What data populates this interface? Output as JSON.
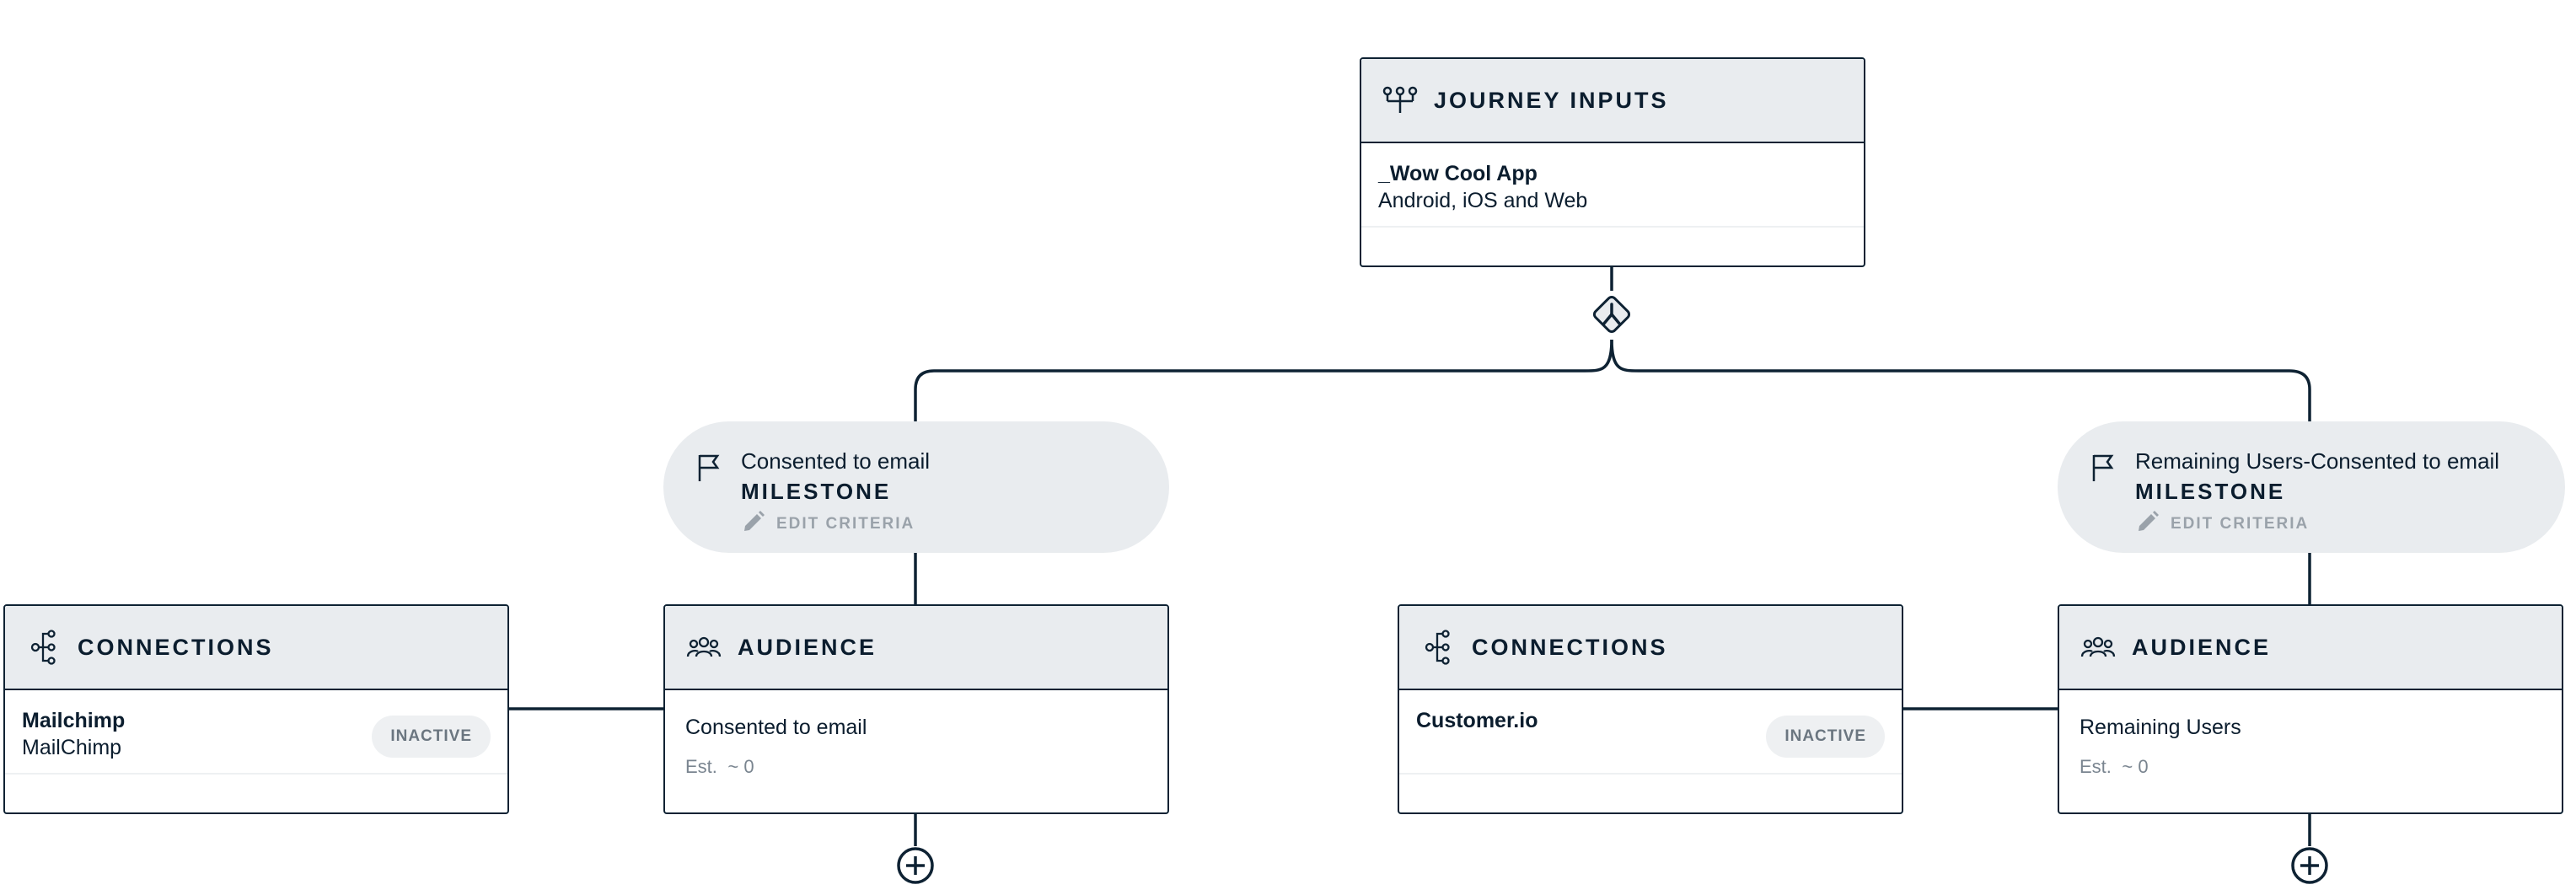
{
  "journey_inputs": {
    "title": "JOURNEY INPUTS",
    "source_name": "_Wow Cool App",
    "source_platforms": "Android, iOS and Web"
  },
  "split_icon": "split-merge-icon",
  "branches": [
    {
      "milestone": {
        "name": "Consented to email",
        "kind": "MILESTONE",
        "edit_label": "EDIT CRITERIA"
      },
      "audience": {
        "title": "AUDIENCE",
        "name": "Consented to email",
        "est_label": "Est.",
        "est_value": "~ 0"
      },
      "connections": {
        "title": "CONNECTIONS",
        "name": "Mailchimp",
        "subname": "MailChimp",
        "status": "INACTIVE"
      }
    },
    {
      "milestone": {
        "name": "Remaining Users-Consented to email",
        "kind": "MILESTONE",
        "edit_label": "EDIT CRITERIA"
      },
      "audience": {
        "title": "AUDIENCE",
        "name": "Remaining Users",
        "est_label": "Est.",
        "est_value": "~ 0"
      },
      "connections": {
        "title": "CONNECTIONS",
        "name": "Customer.io",
        "subname": "",
        "status": "INACTIVE"
      }
    }
  ],
  "colors": {
    "line": "#0e2233",
    "header_bg": "#e9ecef",
    "badge_bg": "#eef0f2",
    "muted_text": "#9aa2aa"
  },
  "icons": [
    "inputs-icon",
    "split-merge-icon",
    "flag-icon",
    "pencil-icon",
    "connections-icon",
    "audience-icon",
    "add-circle-icon"
  ]
}
